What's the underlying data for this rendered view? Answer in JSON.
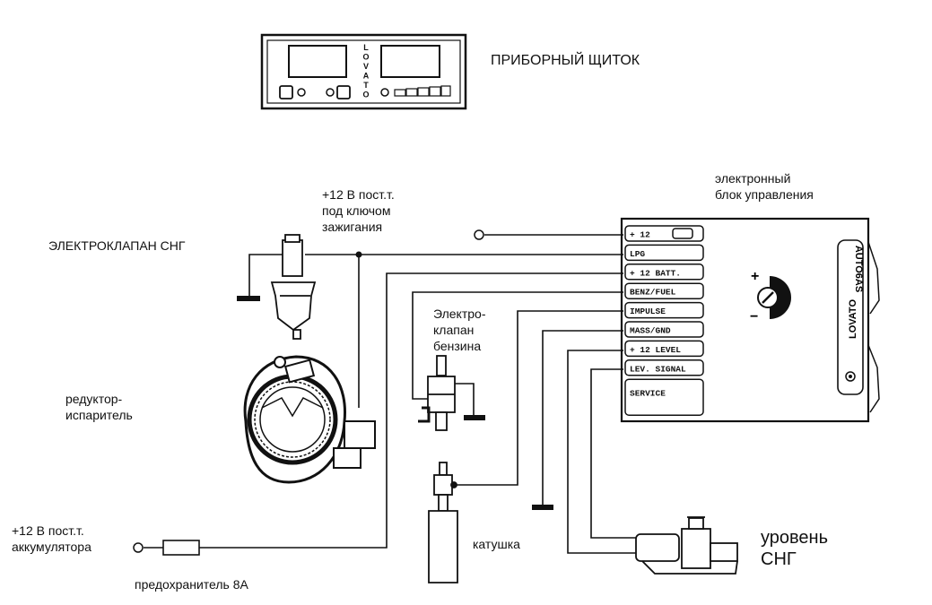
{
  "labels": {
    "dashboard": "ПРИБОРНЫЙ ЩИТОК",
    "ecu_line1": "электронный",
    "ecu_line2": "блок управления",
    "ignition_line1": "+12 В пост.т.",
    "ignition_line2": "под ключом",
    "ignition_line3": "зажигания",
    "lpg_valve": "ЭЛЕКТРОКЛАПАН СНГ",
    "petrol_valve_line1": "Электро-",
    "petrol_valve_line2": "клапан",
    "petrol_valve_line3": "бензина",
    "reducer_line1": "редуктор-",
    "reducer_line2": "испаритель",
    "battery_line1": "+12 В пост.т.",
    "battery_line2": "аккумулятора",
    "coil": "катушка",
    "fuse": "предохранитель 8А",
    "level_line1": "уровень",
    "level_line2": "СНГ"
  },
  "panel_brand": "LOVATO",
  "ecu": {
    "pins": [
      "+ 12",
      "LPG",
      "+ 12 BATT.",
      "BENZ/FUEL",
      "IMPULSE",
      "MASS/GND",
      "+ 12 LEVEL",
      "LEV. SIGNAL",
      "SERVICE"
    ],
    "model": "AUTO6AS",
    "brand": "LOVATO",
    "plus_sign": "+",
    "minus_sign": "−"
  },
  "icons": [
    "lpg-solenoid-valve-icon",
    "reducer-vaporizer-icon",
    "petrol-solenoid-valve-icon",
    "ignition-coil-icon",
    "fuse-icon",
    "level-sensor-icon",
    "ground-icon"
  ]
}
